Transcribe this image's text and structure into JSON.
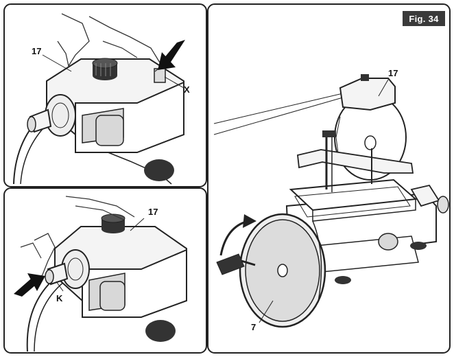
{
  "figure": {
    "badge": "Fig. 34",
    "colors": {
      "line": "#222222",
      "fill_light": "#f4f4f4",
      "fill_mid": "#d8d8d8",
      "fill_dark": "#333333",
      "badge_bg": "#3a3a3a"
    }
  },
  "panels": {
    "top_left": {
      "part_label": "17",
      "screw_label": "X"
    },
    "bottom_left": {
      "part_label": "17",
      "knob_label": "K"
    },
    "right": {
      "part_label": "17",
      "handwheel_label": "7"
    }
  }
}
